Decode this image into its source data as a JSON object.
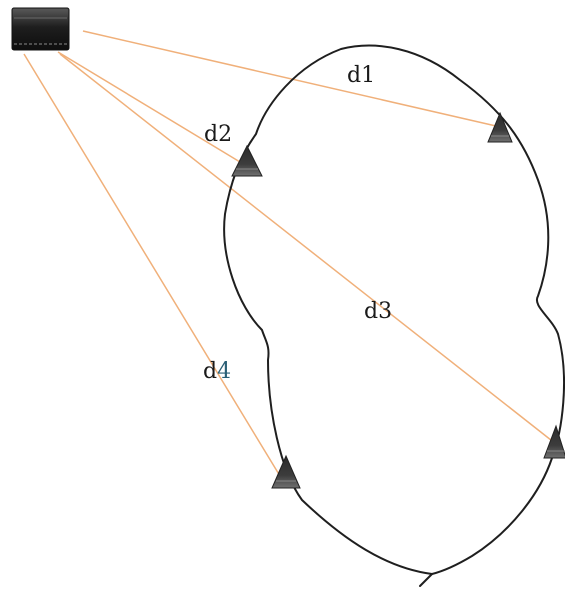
{
  "labels": {
    "d1": "d1",
    "d2": "d2",
    "d3": "d3",
    "d4_main": "d",
    "d4_accent": "4"
  },
  "colors": {
    "ray": "#f0b07a",
    "boundary": "#1f1f1f",
    "node": "#3a3a3a"
  },
  "icons": {
    "source": "server-icon",
    "node": "triangle-sensor-icon"
  }
}
